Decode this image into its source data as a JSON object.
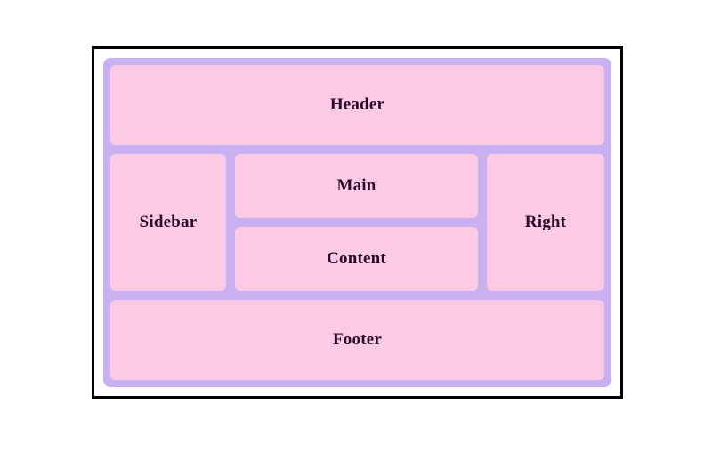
{
  "page": {
    "background_color": "#ffffff"
  },
  "frame": {
    "border_color": "#000000",
    "inner_background": "#ffffff"
  },
  "grid": {
    "gutter_color": "#c9b0f0",
    "cell_color": "#fbcbe6",
    "label_color": "#2a0a28",
    "areas": {
      "header": {
        "label": "Header"
      },
      "sidebar": {
        "label": "Sidebar"
      },
      "main": {
        "label": "Main"
      },
      "content": {
        "label": "Content"
      },
      "right": {
        "label": "Right"
      },
      "footer": {
        "label": "Footer"
      }
    }
  }
}
